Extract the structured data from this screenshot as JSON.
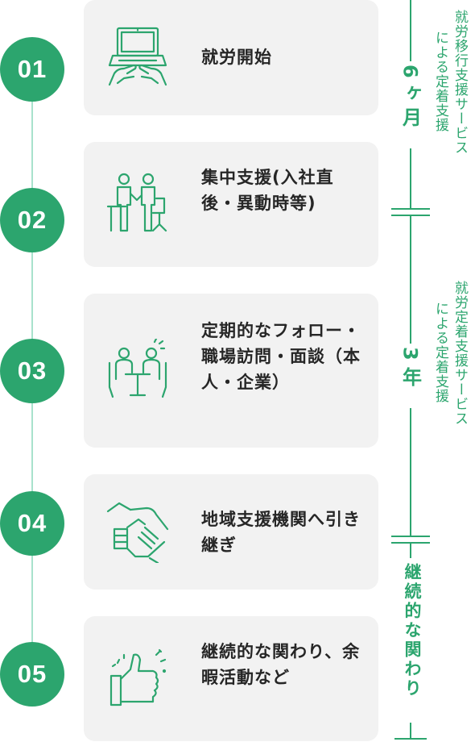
{
  "steps": [
    {
      "num": "01",
      "text": "就労開始",
      "icon": "laptop-typing-icon"
    },
    {
      "num": "02",
      "text": "集中支援(入社直後・異動時等)",
      "icon": "handshake-desk-icon"
    },
    {
      "num": "03",
      "text": "定期的なフォロー・職場訪問・面談（本人・企業）",
      "icon": "meeting-table-icon"
    },
    {
      "num": "04",
      "text": "地域支援機関へ引き継ぎ",
      "icon": "holding-hands-icon"
    },
    {
      "num": "05",
      "text": "継続的な関わり、余暇活動など",
      "icon": "thumbs-up-icon"
    }
  ],
  "timeline": {
    "phase1": {
      "duration": "6ヶ月",
      "label_line1": "就労移行支援サービス",
      "label_line2": "による定着支援"
    },
    "phase2": {
      "duration": "3年",
      "label_line1": "就労定着支援サービス",
      "label_line2": "による定着支援"
    },
    "phase3": {
      "label": "継続的な関わり"
    }
  },
  "colors": {
    "accent": "#2ca56e",
    "card": "#f2f2f2",
    "line": "#a8e2cc"
  }
}
